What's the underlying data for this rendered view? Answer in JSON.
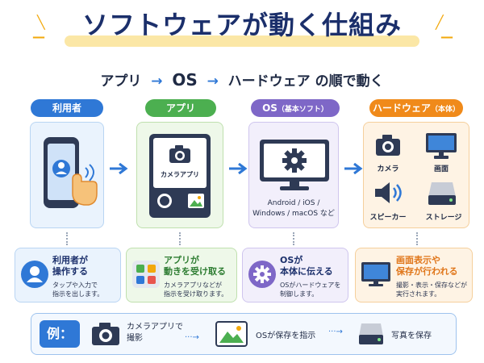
{
  "title": "ソフトウェアが動く仕組み",
  "subtitle": {
    "part1": "アプリ",
    "part2": "OS",
    "part3": "ハードウェア",
    "part4": "の順で動く"
  },
  "columns": [
    {
      "header": "利用者",
      "color": "#2f78d6",
      "bg": "#eaf3fd"
    },
    {
      "header": "アプリ",
      "color": "#4caf50",
      "bg": "#eef8e9"
    },
    {
      "header": "OS",
      "header_small": "（基本ソフト）",
      "color": "#7e67c7",
      "bg": "#f2effb"
    },
    {
      "header": "ハードウェア",
      "header_small": "（本体）",
      "color": "#f08a1a",
      "bg": "#fef3e4"
    }
  ],
  "app_card": {
    "label": "カメラアプリ"
  },
  "os_card": {
    "line1": "Android / iOS /",
    "line2": "Windows / macOS など"
  },
  "hardware_items": [
    "カメラ",
    "画面",
    "スピーカー",
    "ストレージ"
  ],
  "bottom_cards": [
    {
      "title1": "利用者が",
      "title2": "操作する",
      "desc1": "タップや入力で",
      "desc2": "指示を出します。"
    },
    {
      "title1": "アプリが",
      "title2": "動きを受け取る",
      "desc1": "カメラアプリなどが",
      "desc2": "指示を受け取ります。"
    },
    {
      "title1": "OSが",
      "title2": "本体に伝える",
      "desc1": "OSがハードウェアを",
      "desc2": "制御します。"
    },
    {
      "title1": "画面表示や",
      "title2": "保存が行われる",
      "desc1": "撮影・表示・保存などが",
      "desc2": "実行されます。"
    }
  ],
  "example": {
    "label": "例：",
    "step1a": "カメラアプリで",
    "step1b": "撮影",
    "step2": "OSが保存を指示",
    "step3": "写真を保存"
  },
  "colors": {
    "navy": "#1b2f6b",
    "blue": "#2f78d6",
    "green": "#4caf50",
    "purple": "#7e67c7",
    "orange": "#f08a1a",
    "highlight": "#fbe7a6"
  }
}
